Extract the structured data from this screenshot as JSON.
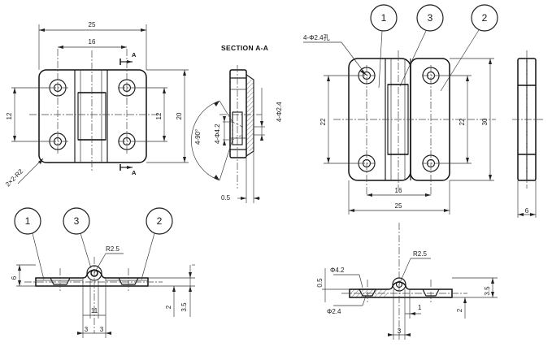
{
  "title": "SECTION A-A",
  "colors": {
    "ink": "#1a1a1a",
    "paper": "#ffffff"
  },
  "balloons": {
    "one": "1",
    "two": "2",
    "three": "3"
  },
  "section_marks": {
    "top": "A",
    "bottom": "A"
  },
  "left_front": {
    "width": "25",
    "hinge_width": "16",
    "height": "20",
    "hole_spacing": "12",
    "hole_spacing_left": "12",
    "corner": "2×2-R2"
  },
  "left_side": {
    "hinge_radius": "R2.5",
    "thickness": "6",
    "plate": "2",
    "plate_total": "3.5",
    "pin": "11",
    "left_offset": "3",
    "right_offset": "3"
  },
  "section": {
    "angle": "4-90°",
    "hole_dia": "4-Φ4.2",
    "cs_dia": "4-Φ2.4",
    "offset": "0.5"
  },
  "right_front": {
    "hole_note": "4-Φ2.4孔",
    "height_left": "22",
    "height_right": "22",
    "height_total": "30",
    "hinge_width": "16",
    "width": "25",
    "side_width": "6"
  },
  "right_side": {
    "hinge_radius": "R2.5",
    "cs_dia": "Φ4.2",
    "small_dia": "Φ2.4",
    "offset": "0.5",
    "plate_total": "3.5",
    "plate": "2",
    "gap": "1",
    "pin": "3"
  }
}
